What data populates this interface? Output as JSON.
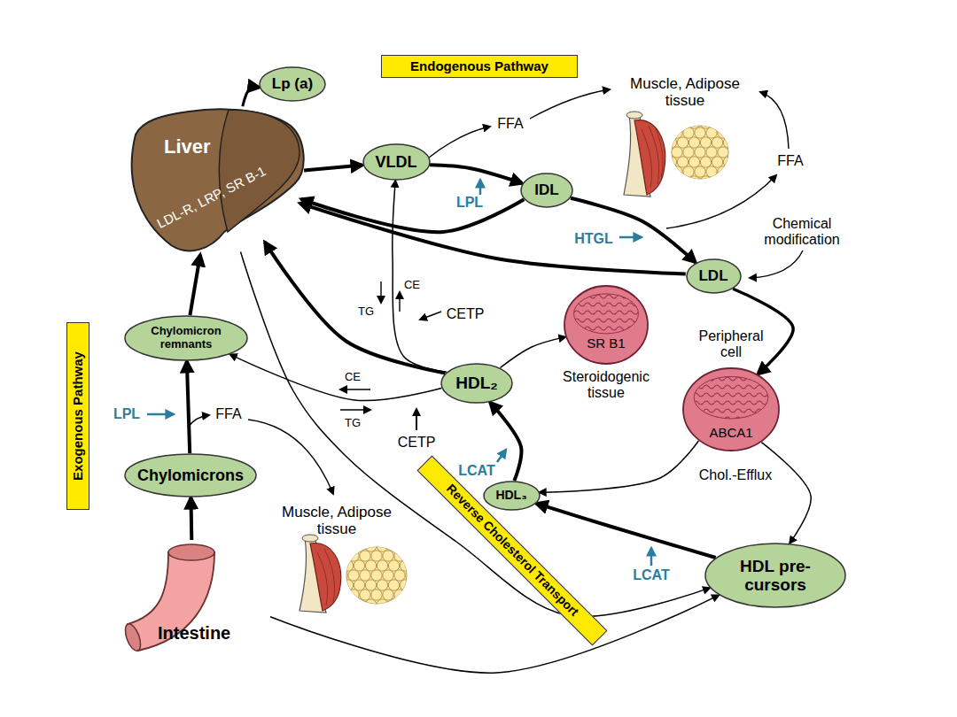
{
  "diagram": {
    "nodes": [
      {
        "text": [
          "Endogenous Pathway"
        ]
      },
      {
        "text": [
          "Lp (a)"
        ]
      },
      {
        "text": [
          "Liver",
          "LDL-R, LRP, SR B-1"
        ]
      },
      {
        "text": [
          "VLDL"
        ]
      },
      {
        "text": [
          "Muscle, Adipose tissue"
        ]
      },
      {
        "text": [
          "IDL"
        ]
      },
      {
        "text": [
          "LDL"
        ]
      },
      {
        "text": [
          "Chylomicron remnants"
        ]
      },
      {
        "text": [
          "SR B1",
          "Steroidogenic tissue"
        ]
      },
      {
        "text": [
          "HDL₂"
        ]
      },
      {
        "text": [
          "Peripheral cell",
          "ABCA1"
        ]
      },
      {
        "text": [
          "Exogenous Pathway"
        ]
      },
      {
        "text": [
          "Chylomicrons"
        ]
      },
      {
        "text": [
          "HDL₃"
        ]
      },
      {
        "text": [
          "Reverse Cholesterol Transport"
        ]
      },
      {
        "text": [
          "Muscle, Adipose tissue"
        ]
      },
      {
        "text": [
          "HDL pre-cursors"
        ]
      },
      {
        "text": [
          "Intestine"
        ]
      }
    ],
    "edges": [
      {
        "from": 2,
        "to": 1,
        "arrow": "to"
      },
      {
        "from": 2,
        "to": 3,
        "arrow": "to"
      },
      {
        "from": 3,
        "to": 5,
        "arrow": "to"
      },
      {
        "from": 5,
        "to": 2,
        "arrow": "to"
      },
      {
        "from": 5,
        "to": 6,
        "arrow": "to"
      },
      {
        "from": 6,
        "to": 2,
        "arrow": "to"
      },
      {
        "from": 6,
        "to": 10,
        "arrow": "to"
      },
      {
        "from": 9,
        "to": 2,
        "arrow": "to"
      },
      {
        "from": 9,
        "to": 3,
        "arrow": "to"
      },
      {
        "from": 9,
        "to": 7,
        "arrow": "to"
      },
      {
        "from": 9,
        "to": 8,
        "arrow": "to"
      },
      {
        "from": 13,
        "to": 9,
        "arrow": "to"
      },
      {
        "from": 16,
        "to": 13,
        "arrow": "to"
      },
      {
        "from": 10,
        "to": 13,
        "arrow": "to"
      },
      {
        "from": 10,
        "to": 16,
        "arrow": "to"
      },
      {
        "from": 17,
        "to": 12,
        "arrow": "to"
      },
      {
        "from": 12,
        "to": 7,
        "arrow": "to"
      },
      {
        "from": 7,
        "to": 2,
        "arrow": "to"
      },
      {
        "from": 2,
        "to": 16,
        "arrow": "to"
      },
      {
        "from": 17,
        "to": 16,
        "arrow": "to"
      }
    ],
    "labels": [
      "FFA",
      "FFA",
      "LPL",
      "HTGL",
      "Chemical modification",
      "TG",
      "CE",
      "CETP",
      "CE",
      "TG",
      "CETP",
      "LPL",
      "FFA",
      "Chol.-Efflux",
      "LCAT",
      "LCAT"
    ]
  }
}
